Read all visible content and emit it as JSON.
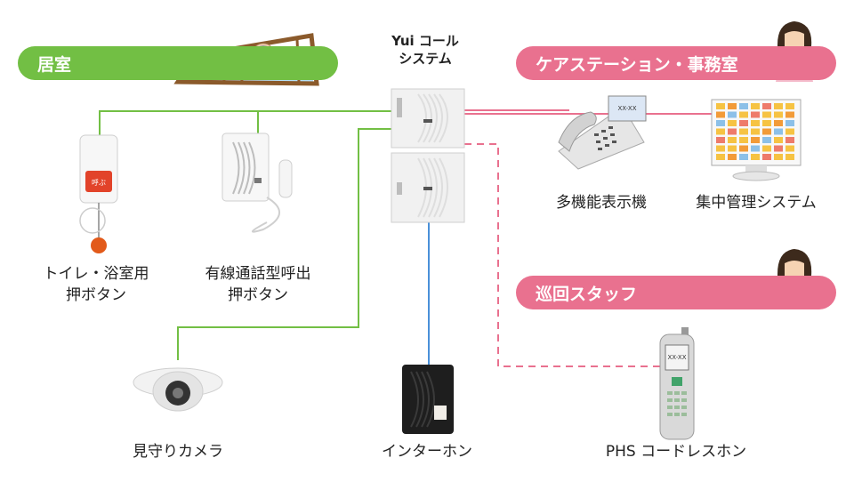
{
  "system": {
    "title_line1": "Yui コール",
    "title_line2": "システム"
  },
  "sections": {
    "residence": "居室",
    "care_station": "ケアステーション・事務室",
    "patrol_staff": "巡回スタッフ"
  },
  "devices": {
    "toilet_button": {
      "line1": "トイレ・浴室用",
      "line2": "押ボタン"
    },
    "wired_call_button": {
      "line1": "有線通話型呼出",
      "line2": "押ボタン"
    },
    "camera": "見守りカメラ",
    "intercom": "インターホン",
    "phs": "PHS コードレスホン",
    "multi_display": "多機能表示機",
    "central_system": "集中管理システム"
  },
  "device_texts": {
    "phs_screen": "XX-XX",
    "phone_screen": "XX-XX",
    "button_label": "呼ぶ"
  },
  "colors": {
    "green": "#72bf44",
    "pink": "#e9718f",
    "blue": "#4a90d9"
  }
}
